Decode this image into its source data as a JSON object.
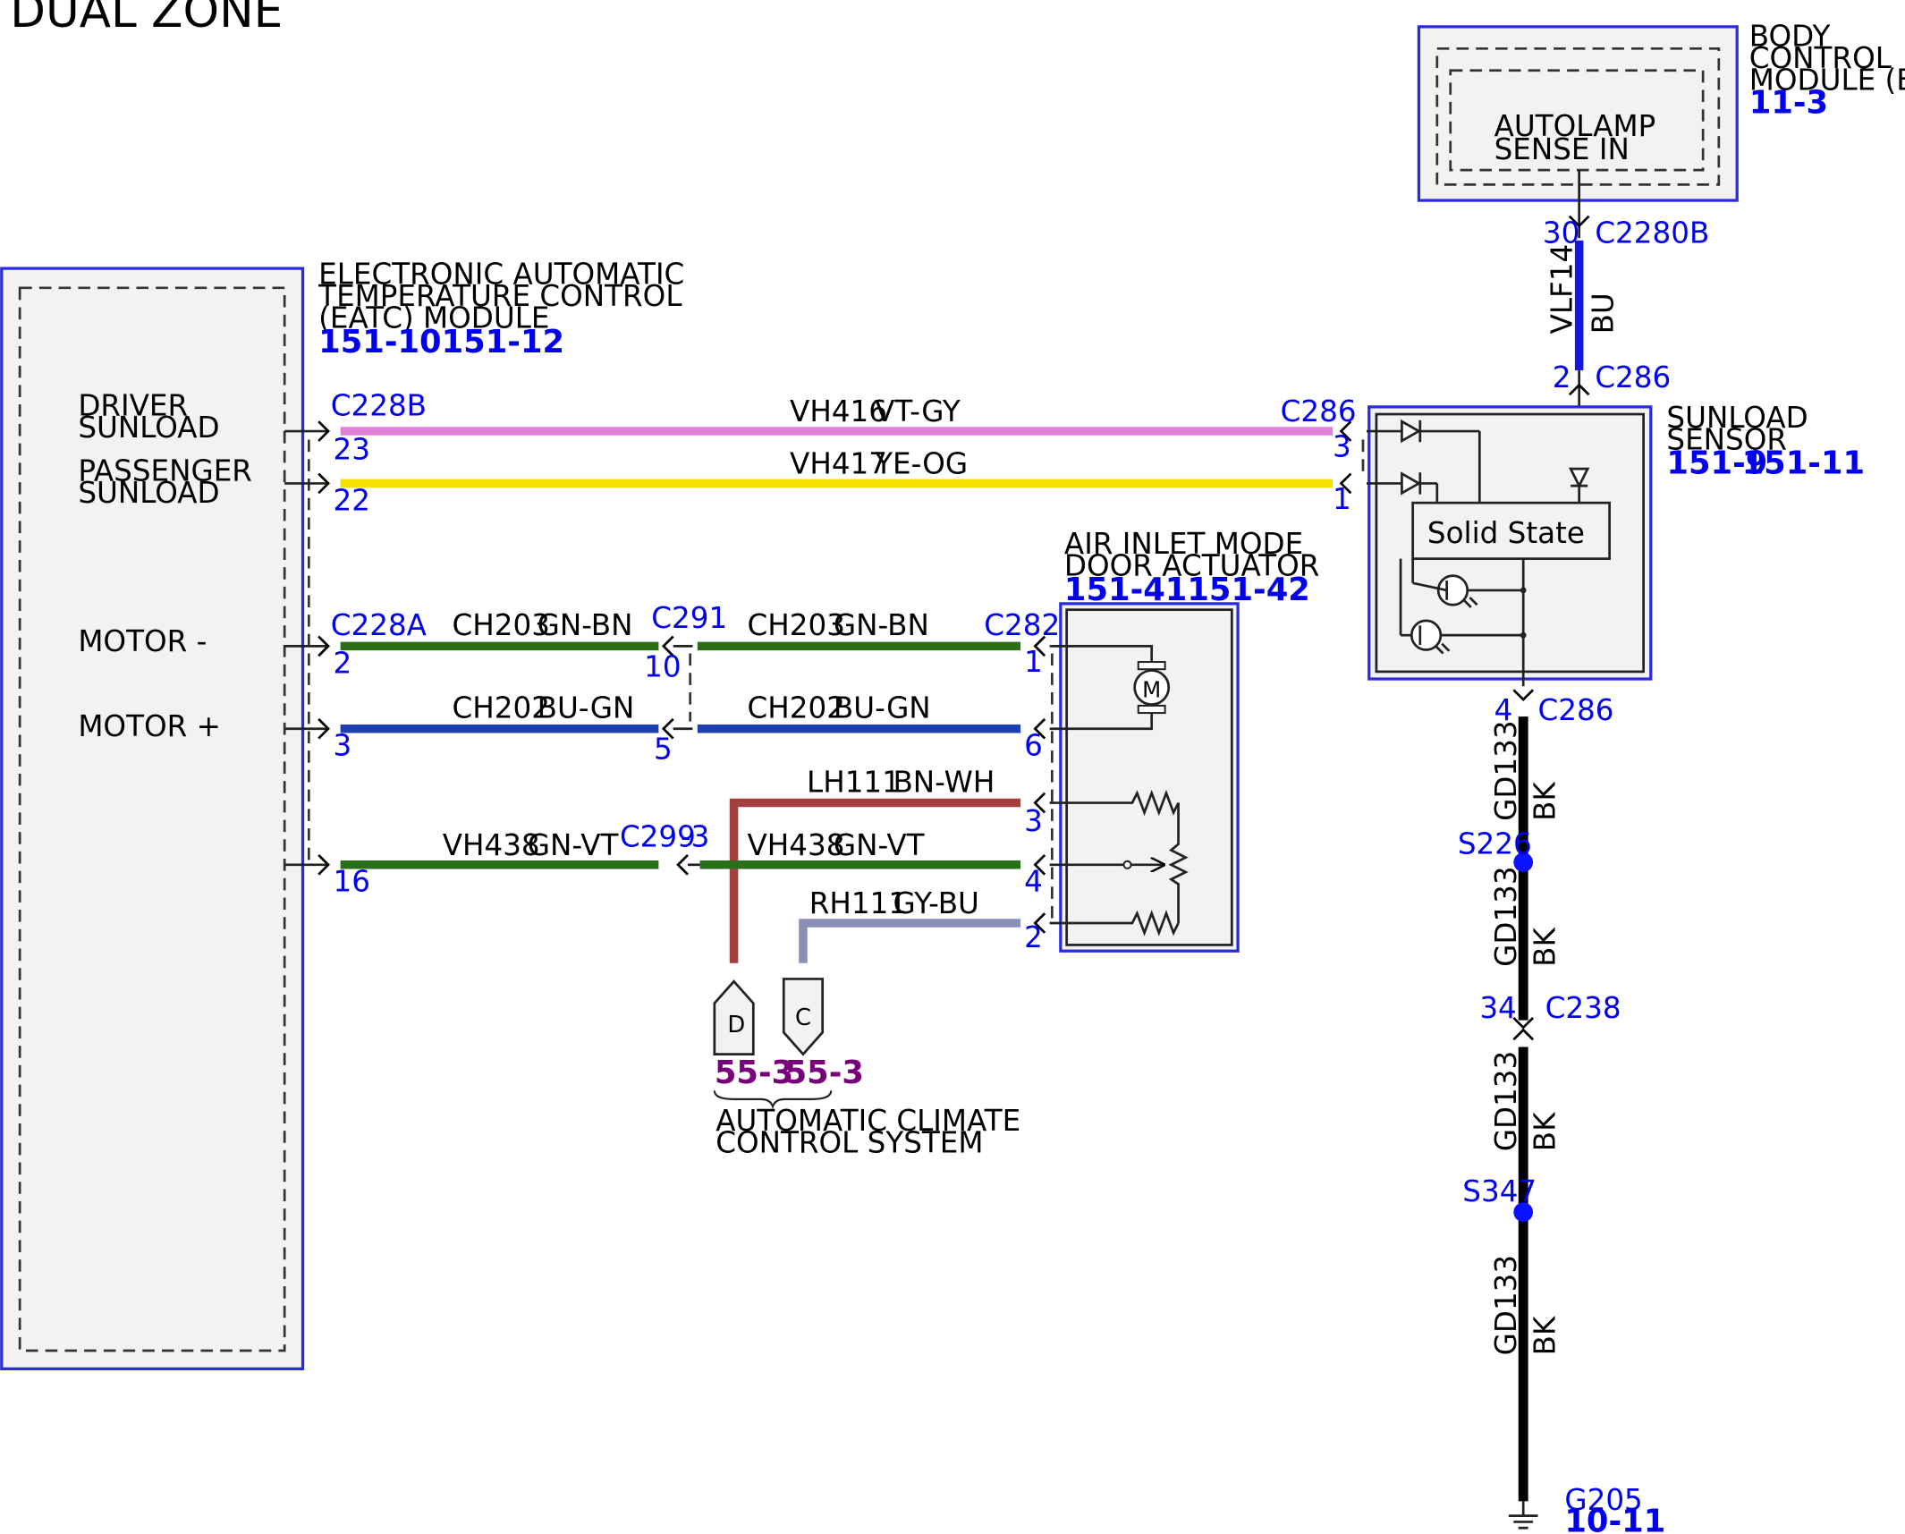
{
  "title": "DUAL ZONE",
  "colors": {
    "module_border": "#2a2ae0",
    "ref_blue": "#0000ee",
    "ref_purple": "#7a007a",
    "VT-GY": "#e080d8",
    "YE-OG": "#f5e000",
    "GN-BN": "#2a6e1a",
    "BU-GN": "#1f3fb0",
    "GN-VT": "#2a6e1a",
    "BN-WH": "#a24040",
    "GY-BU": "#8a90b8",
    "BU": "#1515e0",
    "BK": "#000000"
  },
  "bcm": {
    "name": "BODY CONTROL MODULE (BCM)",
    "ref": "11-3",
    "input": "AUTOLAMP SENSE IN"
  },
  "eatc": {
    "name": "ELECTRONIC AUTOMATIC TEMPERATURE CONTROL (EATC) MODULE",
    "ref": "151-10151-12",
    "inputs": [
      "DRIVER SUNLOAD",
      "PASSENGER SUNLOAD",
      "MOTOR -",
      "MOTOR +"
    ]
  },
  "sunload": {
    "name": "SUNLOAD SENSOR",
    "refs": [
      "151-9",
      "151-11"
    ],
    "inner": "Solid State"
  },
  "actuator": {
    "name": "AIR INLET MODE DOOR ACTUATOR",
    "ref": "151-41151-42",
    "motor_symbol": "M"
  },
  "circuits": {
    "vlf14": {
      "id": "VLF14",
      "color": "BU"
    },
    "vh416": {
      "id": "VH416",
      "color": "VT-GY"
    },
    "vh417": {
      "id": "VH417",
      "color": "YE-OG"
    },
    "ch203": {
      "id": "CH203",
      "color": "GN-BN"
    },
    "ch202": {
      "id": "CH202",
      "color": "BU-GN"
    },
    "lh111": {
      "id": "LH111",
      "color": "BN-WH"
    },
    "vh438": {
      "id": "VH438",
      "color": "GN-VT"
    },
    "rh111": {
      "id": "RH111",
      "color": "GY-BU"
    },
    "gd133": {
      "id": "GD133",
      "color": "BK"
    }
  },
  "connectors": {
    "c2280b": "C2280B",
    "c286": "C286",
    "c228b": "C228B",
    "c228a": "C228A",
    "c291": "C291",
    "c282": "C282",
    "c299": "C299",
    "c238": "C238",
    "s226": "S226",
    "s347": "S347",
    "g205": "G205"
  },
  "pins": {
    "bcm_30": "30",
    "sun_2": "2",
    "sun_3": "3",
    "sun_1": "1",
    "sun_4": "4",
    "eatc_23": "23",
    "eatc_22": "22",
    "eatc_2": "2",
    "eatc_3": "3",
    "eatc_16": "16",
    "c291_10": "10",
    "c291_5": "5",
    "c299_3": "-3",
    "act_1": "1",
    "act_6": "6",
    "act_3": "3",
    "act_4": "4",
    "act_2": "2",
    "c238_34": "34"
  },
  "ground": {
    "ref": "10-11"
  },
  "offpage": {
    "D": {
      "letter": "D",
      "ref": "55-3"
    },
    "C": {
      "letter": "C",
      "ref": "55-3"
    },
    "group_label": "AUTOMATIC CLIMATE CONTROL SYSTEM"
  }
}
